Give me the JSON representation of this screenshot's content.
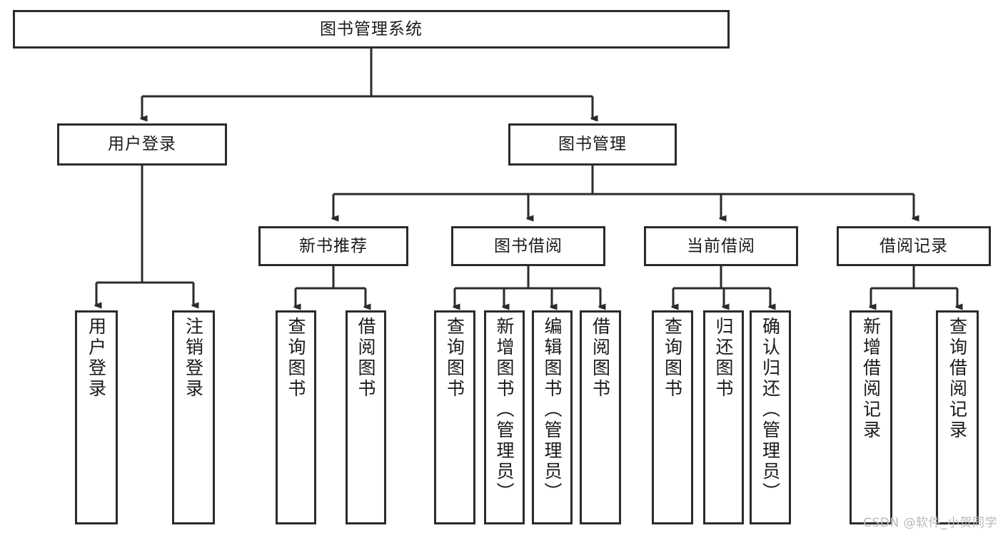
{
  "diagram": {
    "type": "tree",
    "title": "图书管理系统",
    "watermark": "CSDN @软件_小贺同学",
    "colors": {
      "stroke": "#2b2b2b",
      "fill": "#ffffff",
      "text": "#1a1a1a",
      "watermark": "#b9b9b9"
    },
    "nodes": {
      "root": {
        "label": "图书管理系统"
      },
      "level2": [
        {
          "id": "user-login",
          "label": "用户登录"
        },
        {
          "id": "book-manage",
          "label": "图书管理"
        }
      ],
      "level3": [
        {
          "id": "new-book-rec",
          "label": "新书推荐"
        },
        {
          "id": "book-borrow",
          "label": "图书借阅"
        },
        {
          "id": "current-borrow",
          "label": "当前借阅"
        },
        {
          "id": "borrow-record",
          "label": "借阅记录"
        }
      ],
      "leaves": {
        "user_login": [
          {
            "id": "leaf-user-login",
            "label": "用户登录"
          },
          {
            "id": "leaf-logout-login",
            "label": "注销登录"
          }
        ],
        "new_book_rec": [
          {
            "id": "leaf-query-book-1",
            "label": "查询图书"
          },
          {
            "id": "leaf-borrow-book-1",
            "label": "借阅图书"
          }
        ],
        "book_borrow": [
          {
            "id": "leaf-query-book-2",
            "label": "查询图书"
          },
          {
            "id": "leaf-add-book",
            "label": "新增图书（管理员）"
          },
          {
            "id": "leaf-edit-book",
            "label": "编辑图书（管理员）"
          },
          {
            "id": "leaf-borrow-book-2",
            "label": "借阅图书"
          }
        ],
        "current_borrow": [
          {
            "id": "leaf-query-book-3",
            "label": "查询图书"
          },
          {
            "id": "leaf-return-book",
            "label": "归还图书"
          },
          {
            "id": "leaf-confirm-return",
            "label": "确认归还（管理员）"
          }
        ],
        "borrow_record": [
          {
            "id": "leaf-add-record",
            "label": "新增借阅记录"
          },
          {
            "id": "leaf-query-record",
            "label": "查询借阅记录"
          }
        ]
      }
    }
  }
}
